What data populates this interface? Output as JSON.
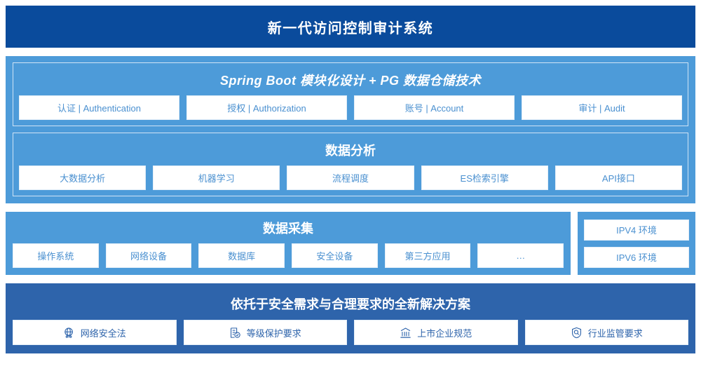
{
  "header": {
    "title": "新一代访问控制审计系统"
  },
  "colors": {
    "header_bg": "#0a4b9c",
    "panel_light": "#4d9bd9",
    "panel_dark": "#2e64ab",
    "chip_bg": "#ffffff",
    "chip_text_light": "#4a90d0",
    "chip_text_dark": "#2e64ab"
  },
  "platform": {
    "title": "Spring Boot 模块化设计 + PG 数据仓储技术",
    "items": [
      {
        "label": "认证 | Authentication"
      },
      {
        "label": "授权 | Authorization"
      },
      {
        "label": "账号 | Account"
      },
      {
        "label": "审计 | Audit"
      }
    ]
  },
  "analysis": {
    "title": "数据分析",
    "items": [
      {
        "label": "大数据分析"
      },
      {
        "label": "机器学习"
      },
      {
        "label": "流程调度"
      },
      {
        "label": "ES检索引擎"
      },
      {
        "label": "API接口"
      }
    ]
  },
  "collection": {
    "title": "数据采集",
    "items": [
      {
        "label": "操作系统"
      },
      {
        "label": "网络设备"
      },
      {
        "label": "数据库"
      },
      {
        "label": "安全设备"
      },
      {
        "label": "第三方应用"
      },
      {
        "label": "…"
      }
    ]
  },
  "environment": {
    "items": [
      {
        "label": "IPV4 环境"
      },
      {
        "label": "IPV6 环境"
      }
    ]
  },
  "solution": {
    "title": "依托于安全需求与合理要求的全新解决方案",
    "items": [
      {
        "label": "网络安全法",
        "icon": "globe-network-icon"
      },
      {
        "label": "等级保护要求",
        "icon": "document-check-icon"
      },
      {
        "label": "上市企业规范",
        "icon": "bank-building-icon"
      },
      {
        "label": "行业监管要求",
        "icon": "shield-search-icon"
      }
    ]
  }
}
